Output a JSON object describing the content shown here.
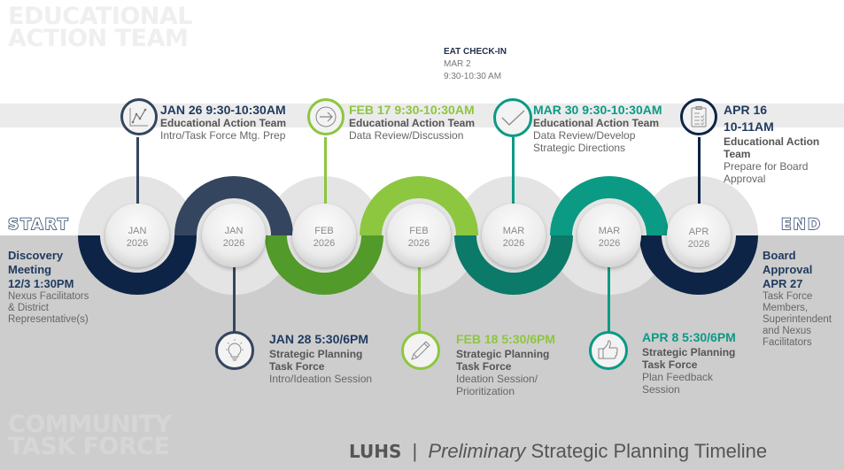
{
  "watermarks": {
    "top_line1": "EDUCATIONAL",
    "top_line2": "ACTION TEAM",
    "bottom_line1": "COMMUNITY",
    "bottom_line2": "TASK FORCE"
  },
  "colors": {
    "navy": "#1f3a5f",
    "dark_navy": "#0d2446",
    "slate": "#34455f",
    "lime": "#8dc63f",
    "green": "#529a2a",
    "teal": "#0b9a84",
    "dark_teal": "#0b7a68",
    "ring_grey": "#e4e4e4",
    "band_grey": "#cdcdcd"
  },
  "start": {
    "label": "START",
    "title_line1": "Discovery",
    "title_line2": "Meeting",
    "title_line3": "12/3 1:30PM",
    "desc_line1": "Nexus Facilitators",
    "desc_line2": "& District",
    "desc_line3": "Representative(s)"
  },
  "end": {
    "label": "END",
    "title_line1": "Board",
    "title_line2": "Approval",
    "title_line3": "APR 27",
    "desc_line1": "Task Force",
    "desc_line2": "Members,",
    "desc_line3": "Superintendent",
    "desc_line4": "and Nexus",
    "desc_line5": "Facilitators"
  },
  "checkin": {
    "title": "EAT CHECK-IN",
    "date": "MAR 2",
    "time": "9:30-10:30 AM"
  },
  "nodes": [
    {
      "month": "JAN",
      "year": "2026"
    },
    {
      "month": "JAN",
      "year": "2026"
    },
    {
      "month": "FEB",
      "year": "2026"
    },
    {
      "month": "FEB",
      "year": "2026"
    },
    {
      "month": "MAR",
      "year": "2026"
    },
    {
      "month": "MAR",
      "year": "2026"
    },
    {
      "month": "APR",
      "year": "2026"
    }
  ],
  "events_top": [
    {
      "title": "JAN 26 9:30-10:30AM",
      "group": "Educational Action Team",
      "desc1": "Intro/Task Force Mtg. Prep",
      "desc2": "",
      "icon": "line-chart-icon"
    },
    {
      "title": "FEB 17 9:30-10:30AM",
      "group": "Educational Action Team",
      "desc1": "Data Review/Discussion",
      "desc2": "",
      "icon": "arrow-right-icon"
    },
    {
      "title": "MAR 30 9:30-10:30AM",
      "group": "Educational Action Team",
      "desc1": "Data Review/Develop",
      "desc2": "Strategic Directions",
      "icon": "checkmark-icon"
    },
    {
      "title1": "APR 16",
      "title2": "10-11AM",
      "group1": "Educational Action",
      "group2": "Team",
      "desc1": "Prepare for Board",
      "desc2": "Approval",
      "icon": "clipboard-checklist-icon"
    }
  ],
  "events_bottom": [
    {
      "title": "JAN 28 5:30/6PM",
      "group1": "Strategic Planning",
      "group2": "Task Force",
      "desc1": "Intro/Ideation Session",
      "desc2": "",
      "icon": "lightbulb-icon"
    },
    {
      "title": "FEB 18 5:30/6PM",
      "group1": "Strategic Planning",
      "group2": "Task Force",
      "desc1": "Ideation Session/",
      "desc2": "Prioritization",
      "icon": "pencil-icon"
    },
    {
      "title": "APR 8 5:30/6PM",
      "group1": "Strategic Planning",
      "group2": "Task Force",
      "desc1": "Plan Feedback",
      "desc2": "Session",
      "icon": "thumbs-up-icon"
    }
  ],
  "footer": {
    "org": "LUHS",
    "separator": "|",
    "italic": "Preliminary",
    "rest": "Strategic Planning Timeline"
  }
}
